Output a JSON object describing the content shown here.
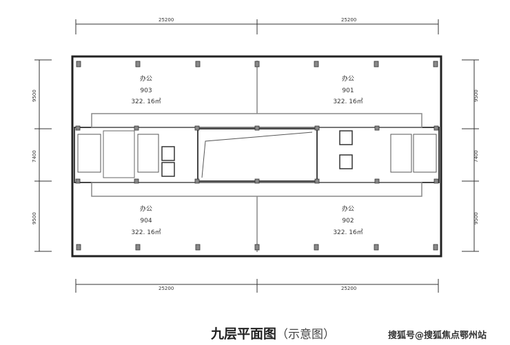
{
  "dimensions": {
    "top": [
      "25200",
      "25200"
    ],
    "bottom": [
      "25200",
      "25200"
    ],
    "left": [
      "9500",
      "7400",
      "9500"
    ],
    "right": [
      "9500",
      "7400",
      "9500"
    ]
  },
  "units": [
    {
      "use": "办公",
      "no": "903",
      "area": "322. 16㎡"
    },
    {
      "use": "办公",
      "no": "901",
      "area": "322. 16㎡"
    },
    {
      "use": "办公",
      "no": "904",
      "area": "322. 16㎡"
    },
    {
      "use": "办公",
      "no": "902",
      "area": "322. 16㎡"
    }
  ],
  "title": {
    "main": "九层平面图",
    "sub": "（示意图）"
  },
  "watermark": "搜狐号@搜狐焦点鄂州站"
}
